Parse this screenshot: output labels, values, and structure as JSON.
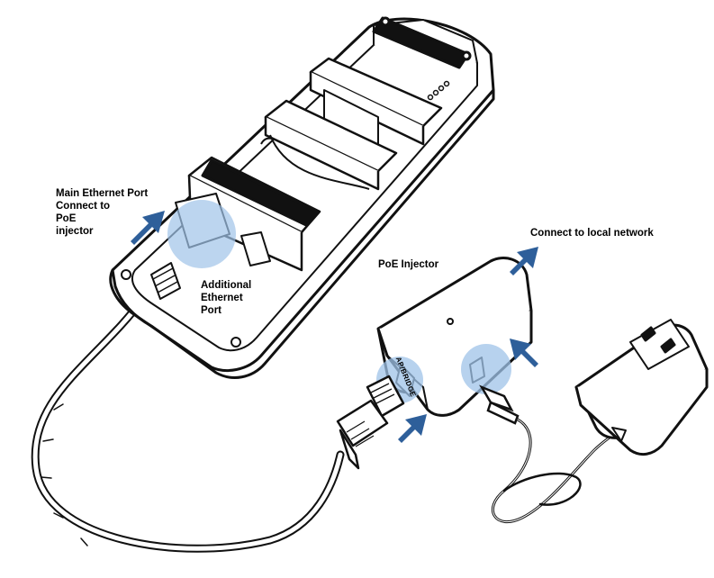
{
  "labels": {
    "main_port": [
      "Main Ethernet Port",
      "Connect to",
      "PoE",
      "injector"
    ],
    "additional_port": [
      "Additional",
      "Ethernet",
      "Port"
    ],
    "poe_injector": "PoE Injector",
    "connect_local": "Connect to local network",
    "brand": "AP/BRIDGE"
  },
  "colors": {
    "arrow": "#2E5F9A",
    "highlight": "#9FC3E8",
    "line": "#111111",
    "fill": "#ffffff"
  },
  "icons": [
    "access-point-device",
    "poe-injector",
    "power-adapter",
    "rj45-plug",
    "dc-plug",
    "arrow-icon"
  ]
}
